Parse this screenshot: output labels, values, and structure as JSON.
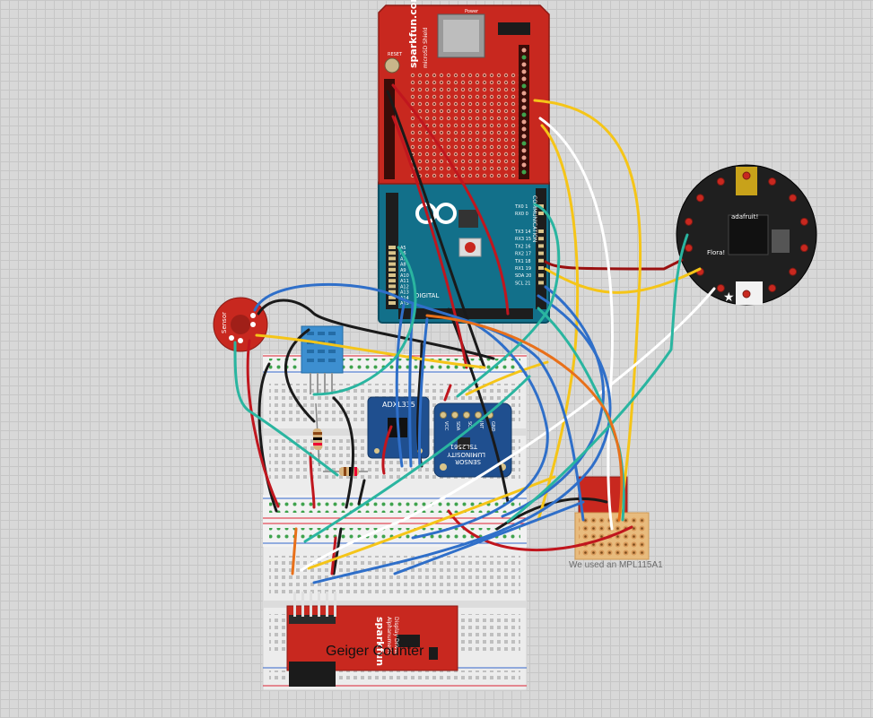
{
  "shield": {
    "brand": "sparkfun.com",
    "title": "microSD Shield",
    "reset_label": "RESET",
    "power_label": "Power",
    "color": "#c8281f"
  },
  "arduino": {
    "color": "#12708a",
    "communication_label": "COMMUNICATION",
    "digital_label": "DIGITAL",
    "analog_labels": [
      "A5",
      "A6",
      "A7",
      "A8",
      "A9",
      "A10",
      "A11",
      "A12",
      "A13",
      "A14",
      "A15"
    ],
    "serial_labels": [
      "TX0 1",
      "RX0 0",
      "TX3 14",
      "RX3 15",
      "TX2 16",
      "RX2 17",
      "TX1 18",
      "RX1 19",
      "SDA 20",
      "SCL 21"
    ]
  },
  "flora": {
    "brand": "adafruit!",
    "name": "Flora!",
    "color": "#1f1f1f"
  },
  "sound_sensor": {
    "label": "Sensor",
    "color": "#c8281f"
  },
  "dht_sensor": {
    "color": "#3d8fd0"
  },
  "accelerometer": {
    "label": "ADXL335",
    "color": "#1f4f8f"
  },
  "lux_sensor": {
    "pins": [
      "VCC",
      "SDA",
      "SCL",
      "INT",
      "GND"
    ],
    "line1": "TSL2561",
    "line2": "LUMINOSITY",
    "line3": "SENSOR",
    "color": "#1f4f8f"
  },
  "pressure_sensor": {
    "note": "We used an MPL115A1",
    "color": "#c8281f"
  },
  "display_driver": {
    "brand": "sparkfun",
    "line1": "Alphanumeric",
    "line2": "Display Driver",
    "caption": "Geiger Counter",
    "color": "#c8281f"
  },
  "wire_colors": {
    "red": "#c0161e",
    "black": "#1a1a1a",
    "yellow": "#f5c518",
    "white": "#ffffff",
    "blue": "#2f6fc9",
    "teal": "#2ab5a0",
    "orange": "#e8701a",
    "dark_red": "#9a1010"
  }
}
